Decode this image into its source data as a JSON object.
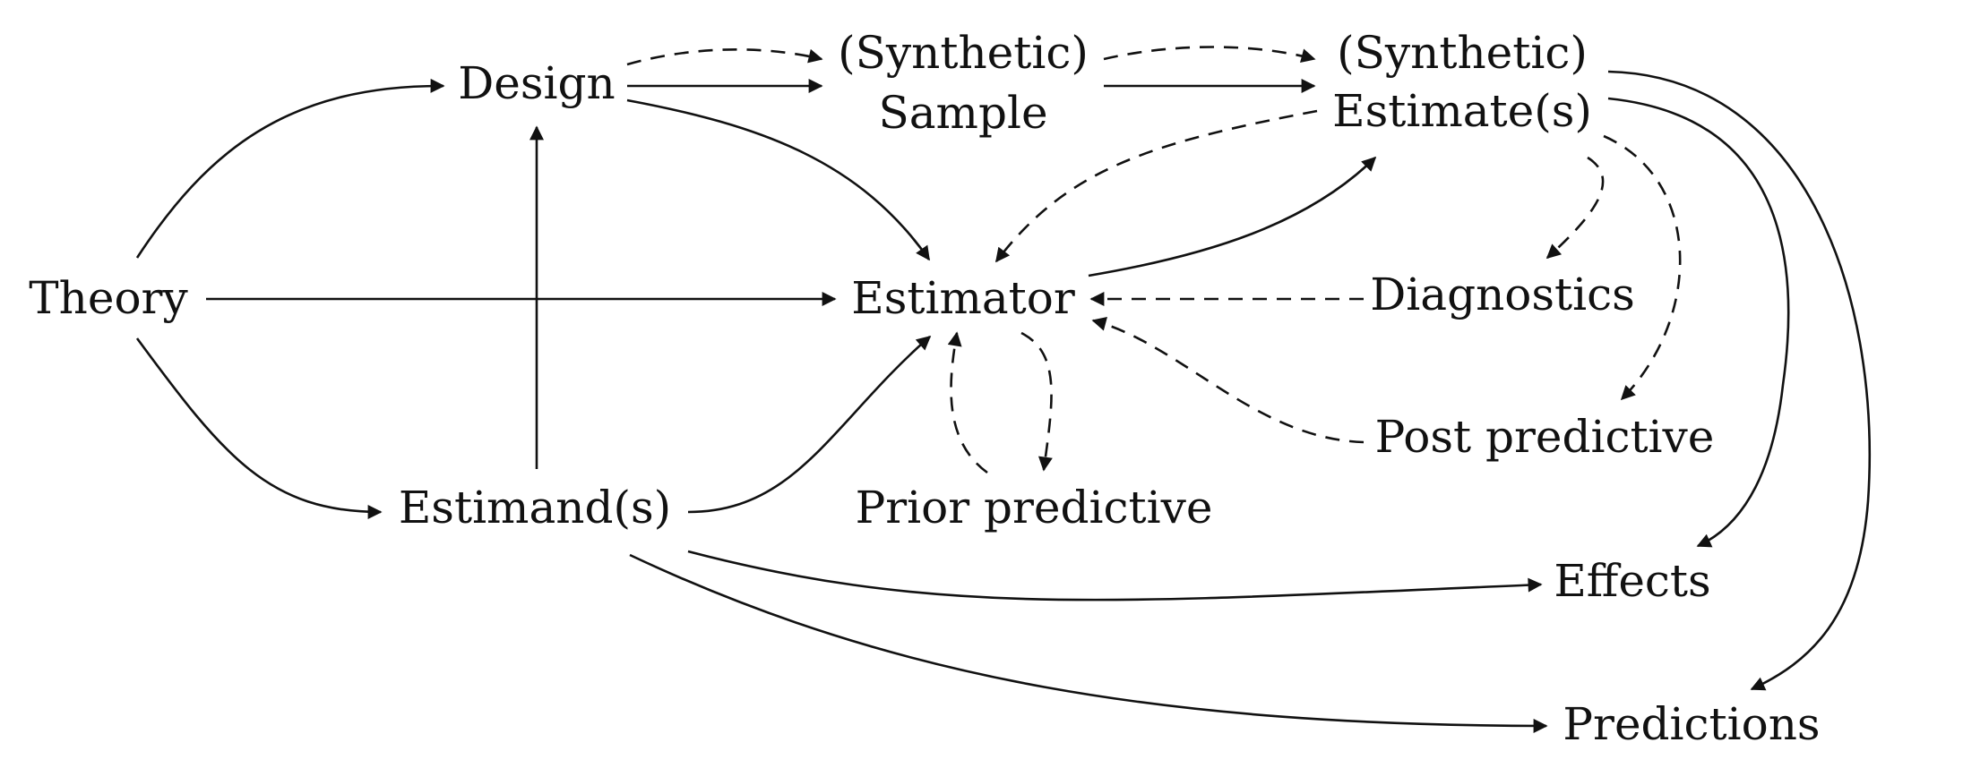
{
  "nodes": {
    "theory": "Theory",
    "design": "Design",
    "synthetic_sample_line1": "(Synthetic)",
    "synthetic_sample_line2": "Sample",
    "synthetic_estimate_line1": "(Synthetic)",
    "synthetic_estimate_line2": "Estimate(s)",
    "estimator": "Estimator",
    "diagnostics": "Diagnostics",
    "post_predictive": "Post predictive",
    "estimands": "Estimand(s)",
    "prior_predictive": "Prior predictive",
    "effects": "Effects",
    "predictions": "Predictions"
  },
  "edges": [
    {
      "from": "Theory",
      "to": "Design",
      "style": "solid"
    },
    {
      "from": "Theory",
      "to": "Estimator",
      "style": "solid"
    },
    {
      "from": "Theory",
      "to": "Estimand(s)",
      "style": "solid"
    },
    {
      "from": "Estimand(s)",
      "to": "Design",
      "style": "solid"
    },
    {
      "from": "Estimand(s)",
      "to": "Estimator",
      "style": "solid"
    },
    {
      "from": "Estimand(s)",
      "to": "Effects",
      "style": "solid"
    },
    {
      "from": "Estimand(s)",
      "to": "Predictions",
      "style": "solid"
    },
    {
      "from": "Design",
      "to": "(Synthetic) Sample",
      "style": "solid"
    },
    {
      "from": "Design",
      "to": "(Synthetic) Sample",
      "style": "dashed"
    },
    {
      "from": "Design",
      "to": "Estimator",
      "style": "solid"
    },
    {
      "from": "(Synthetic) Sample",
      "to": "(Synthetic) Estimate(s)",
      "style": "solid"
    },
    {
      "from": "(Synthetic) Sample",
      "to": "(Synthetic) Estimate(s)",
      "style": "dashed"
    },
    {
      "from": "Estimator",
      "to": "(Synthetic) Estimate(s)",
      "style": "solid"
    },
    {
      "from": "(Synthetic) Estimate(s)",
      "to": "Estimator",
      "style": "dashed"
    },
    {
      "from": "(Synthetic) Estimate(s)",
      "to": "Diagnostics",
      "style": "dashed"
    },
    {
      "from": "(Synthetic) Estimate(s)",
      "to": "Post predictive",
      "style": "dashed"
    },
    {
      "from": "(Synthetic) Estimate(s)",
      "to": "Effects",
      "style": "solid"
    },
    {
      "from": "(Synthetic) Estimate(s)",
      "to": "Predictions",
      "style": "solid"
    },
    {
      "from": "Diagnostics",
      "to": "Estimator",
      "style": "dashed"
    },
    {
      "from": "Post predictive",
      "to": "Estimator",
      "style": "dashed"
    },
    {
      "from": "Estimator",
      "to": "Prior predictive",
      "style": "dashed"
    },
    {
      "from": "Prior predictive",
      "to": "Estimator",
      "style": "dashed"
    }
  ]
}
